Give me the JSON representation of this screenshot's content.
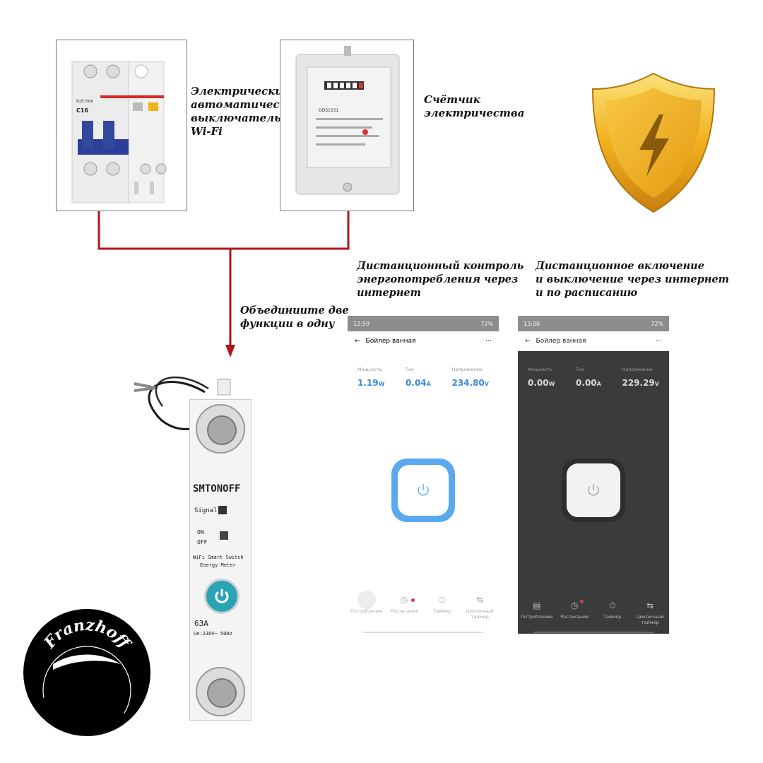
{
  "captions": {
    "breaker": [
      "Электрический",
      "автоматический",
      "выключатель",
      "Wi-Fi"
    ],
    "meter": [
      "Счётчик",
      "электричества"
    ],
    "combine": [
      "Объединиите две",
      "функции в одну"
    ],
    "remote_monitor": [
      "Дистанционный контроль",
      "энергопотребления через",
      "интернет"
    ],
    "remote_switch": [
      "Дистанционное включение",
      "и выключение через интернет",
      "и по расписанию"
    ]
  },
  "breaker_photo": {
    "model": "C16",
    "brand": "ELECTRIK"
  },
  "meter_photo": {
    "model": "DDS1531"
  },
  "device": {
    "brand": "SMTONOFF",
    "signal_label": "Signal",
    "on_label": "ON",
    "off_label": "OFF",
    "desc1": "WiFi Smart Switch",
    "desc2": "Energy Meter",
    "rating": "63A",
    "spec": "Ue:230V~ 50Hz"
  },
  "logo": {
    "text": "Franzhoff"
  },
  "phone1": {
    "time": "12:59",
    "status_right": "72%",
    "title": "Бойлер ванная",
    "metrics": [
      {
        "label": "Мощность",
        "value": "1.19",
        "unit": "W"
      },
      {
        "label": "Ток",
        "value": "0.04",
        "unit": "A"
      },
      {
        "label": "Напряжение",
        "value": "234.80",
        "unit": "V"
      }
    ],
    "tabs": [
      "Потребление",
      "Расписание",
      "Таймер",
      "Цикличный таймер"
    ]
  },
  "phone2": {
    "time": "13:00",
    "status_right": "72%",
    "title": "Бойлер ванная",
    "metrics": [
      {
        "label": "Мощность",
        "value": "0.00",
        "unit": "W"
      },
      {
        "label": "Ток",
        "value": "0.00",
        "unit": "A"
      },
      {
        "label": "Напряжение",
        "value": "229.29",
        "unit": "V"
      }
    ],
    "tabs": [
      "Потребление",
      "Расписание",
      "Таймер",
      "Цикличный таймер"
    ]
  },
  "colors": {
    "wire": "#b3141e",
    "accent_blue": "#4a90e2",
    "dark_bg": "#3a3b3d",
    "shield_gold": "#f2b01e",
    "device_teal": "#2aa3b5"
  }
}
